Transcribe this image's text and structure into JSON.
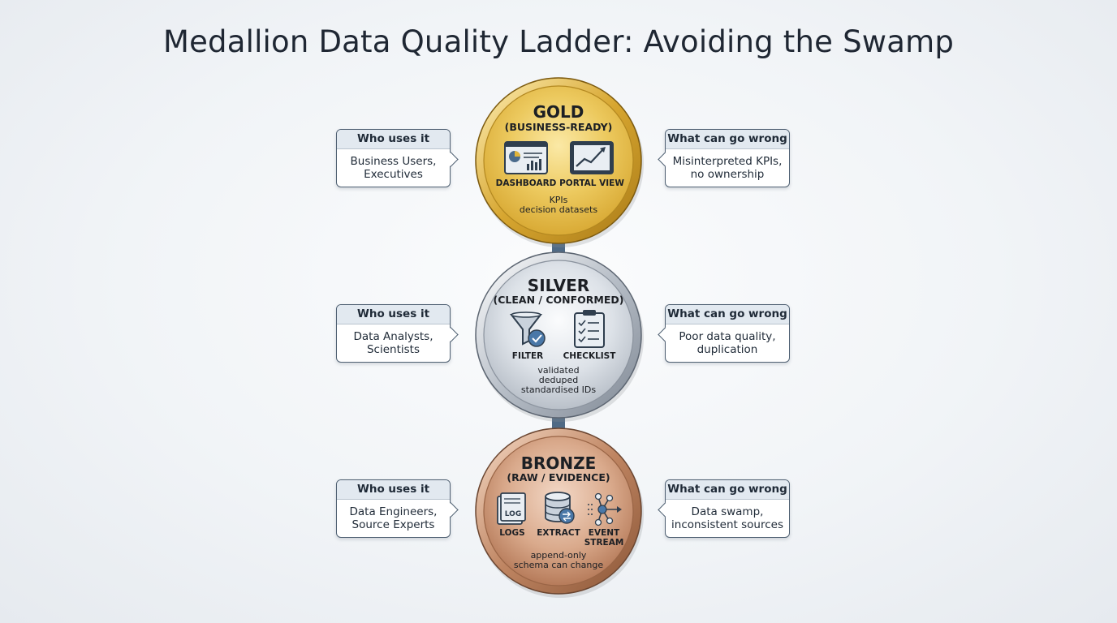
{
  "title": "Medallion Data Quality Ladder: Avoiding the Swamp",
  "tiers": {
    "gold": {
      "name": "GOLD",
      "subtitle": "(BUSINESS-READY)",
      "icons": [
        "DASHBOARD",
        "PORTAL VIEW"
      ],
      "desc": [
        "KPIs",
        "decision datasets"
      ],
      "who_head": "Who uses it",
      "who": [
        "Business Users,",
        "Executives"
      ],
      "wrong_head": "What can go wrong",
      "wrong": [
        "Misinterpreted KPIs,",
        "no ownership"
      ]
    },
    "silver": {
      "name": "SILVER",
      "subtitle": "(CLEAN / CONFORMED)",
      "icons": [
        "FILTER",
        "CHECKLIST"
      ],
      "desc": [
        "validated",
        "deduped",
        "standardised IDs"
      ],
      "who_head": "Who uses it",
      "who": [
        "Data Analysts,",
        "Scientists"
      ],
      "wrong_head": "What can go wrong",
      "wrong": [
        "Poor data quality,",
        "duplication"
      ]
    },
    "bronze": {
      "name": "BRONZE",
      "subtitle": "(RAW / EVIDENCE)",
      "icons": [
        "LOGS",
        "EXTRACT",
        "EVENT",
        "STREAM"
      ],
      "desc": [
        "append-only",
        "schema can change"
      ],
      "who_head": "Who uses it",
      "who": [
        "Data Engineers,",
        "Source Experts"
      ],
      "wrong_head": "What can go wrong",
      "wrong": [
        "Data swamp,",
        "inconsistent sources"
      ]
    }
  },
  "colors": {
    "gold": "#e6c24f",
    "silver": "#d7dce2",
    "bronze": "#d6a588",
    "arrow": "#4f6a85",
    "card_border": "#4f6072"
  },
  "icon_names": [
    "dashboard-icon",
    "portal-view-icon",
    "filter-icon",
    "checklist-icon",
    "logs-icon",
    "extract-icon",
    "event-stream-icon"
  ]
}
